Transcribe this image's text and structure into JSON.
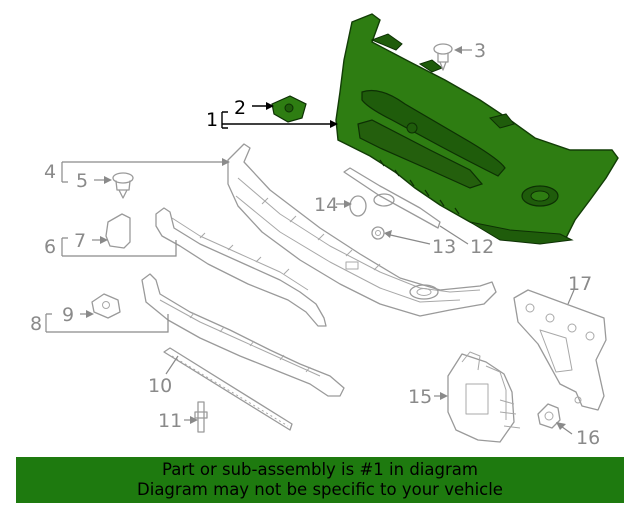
{
  "diagram": {
    "callouts": {
      "c1": "1",
      "c2": "2",
      "c3": "3",
      "c4": "4",
      "c5": "5",
      "c6": "6",
      "c7": "7",
      "c8": "8",
      "c9": "9",
      "c10": "10",
      "c11": "11",
      "c12": "12",
      "c13": "13",
      "c14": "14",
      "c15": "15",
      "c16": "16",
      "c17": "17"
    },
    "highlighted_part": "1",
    "highlight_color": "#2e7d12",
    "line_color": "#9a9a9a"
  },
  "banner": {
    "line1": "Part or sub-assembly is #1 in diagram",
    "line2": "Diagram may not be specific to your vehicle",
    "background": "#1e7a0f"
  }
}
